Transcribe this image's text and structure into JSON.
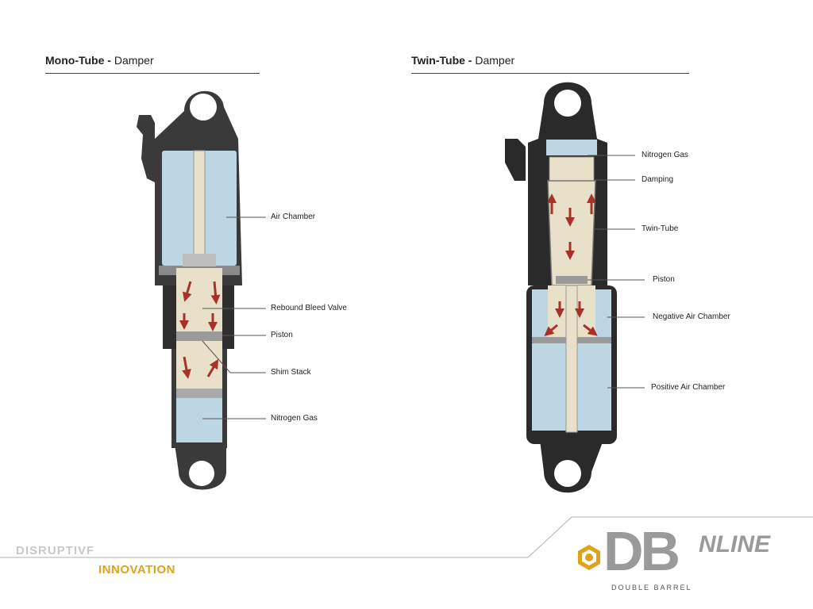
{
  "mono": {
    "title_bold": "Mono-Tube -",
    "title_rest": " Damper",
    "labels": {
      "air_chamber": "Air Chamber",
      "rebound": "Rebound Bleed Valve",
      "piston": "Piston",
      "shim": "Shim Stack",
      "nitrogen": "Nitrogen Gas"
    }
  },
  "twin": {
    "title_bold": "Twin-Tube -",
    "title_rest": " Damper",
    "labels": {
      "nitrogen": "Nitrogen Gas",
      "damping": "Damping",
      "twin_tube": "Twin-Tube",
      "piston": "Piston",
      "negative": "Negative Air Chamber",
      "positive": "Positive Air Chamber"
    }
  },
  "footer": {
    "line1": "DISRUPTIVF",
    "line2": "INNOVATION",
    "logo_main": "DB",
    "logo_suffix": "NLINE",
    "logo_sub": "DOUBLE BARREL"
  },
  "colors": {
    "frame": "#3a3a3a",
    "air": "#bcd6e4",
    "oil": "#e8e0c8",
    "arrow": "#a8322a",
    "accent": "#e0a21a",
    "logo_gray": "#9a9a9a"
  },
  "icons": {
    "logo": "hex-bolt-icon"
  }
}
